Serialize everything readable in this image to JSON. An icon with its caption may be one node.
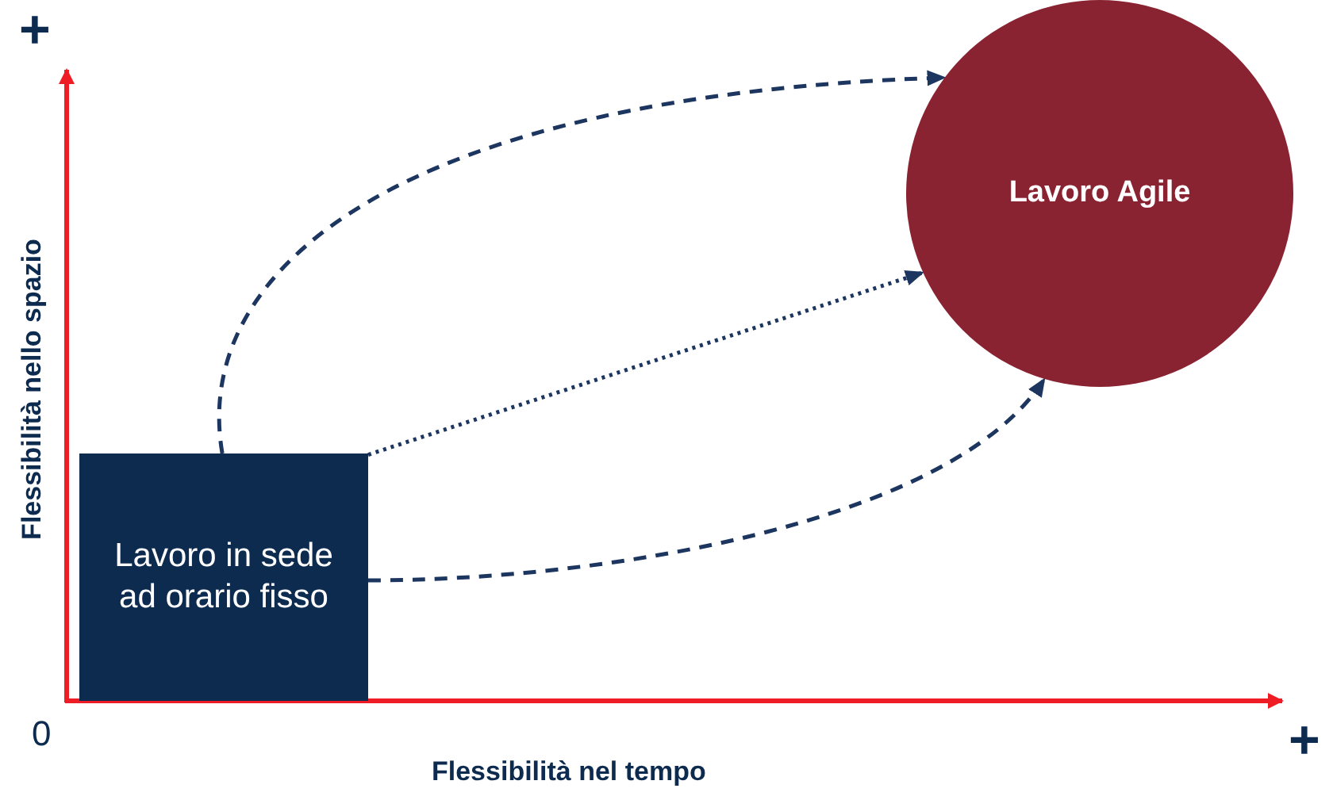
{
  "diagram": {
    "nodes": [
      {
        "text": [
          "Lavoro in sede ad orario fisso"
        ]
      },
      {
        "text": [
          "Lavoro Agile"
        ]
      }
    ],
    "edges": [
      {
        "from": 0,
        "to": 1,
        "arrow": "to",
        "style": "dashed"
      },
      {
        "from": 0,
        "to": 1,
        "arrow": "to"
      },
      {
        "from": 0,
        "to": 1,
        "arrow": "to",
        "style": "dashed"
      }
    ],
    "labels": [
      "+",
      "Flessibilità nello spazio",
      "0",
      "Flessibilità nel tempo",
      "+"
    ]
  }
}
